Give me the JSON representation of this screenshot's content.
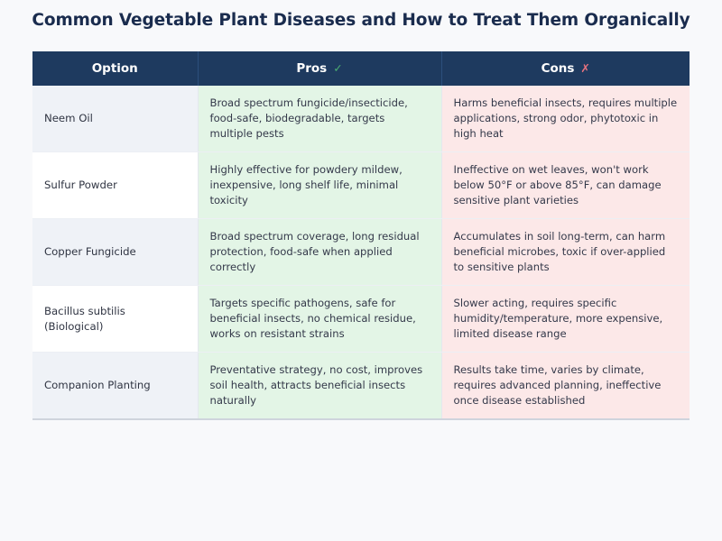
{
  "page": {
    "title": "Common Vegetable Plant Diseases and How to Treat Them Organically",
    "background_color": "#f8f9fb",
    "title_color": "#1a2c4e"
  },
  "table": {
    "header_background": "#1e3a5f",
    "header_text_color": "#ffffff",
    "pros_column_background": "#e3f5e6",
    "cons_column_background": "#fce8e8",
    "option_column_background": "#eff2f7",
    "check_icon_color": "#4caf72",
    "cross_icon_color": "#e8737f",
    "columns": [
      {
        "label": "Option",
        "icon": "",
        "icon_name": "none"
      },
      {
        "label": "Pros",
        "icon": "✓",
        "icon_name": "check-icon"
      },
      {
        "label": "Cons",
        "icon": "✗",
        "icon_name": "cross-icon"
      }
    ],
    "rows": [
      {
        "option": "Neem Oil",
        "pros": "Broad spectrum fungicide/insecticide, food-safe, biodegradable, targets multiple pests",
        "cons": "Harms beneficial insects, requires multiple applications, strong odor, phytotoxic in high heat"
      },
      {
        "option": "Sulfur Powder",
        "pros": "Highly effective for powdery mildew, inexpensive, long shelf life, minimal toxicity",
        "cons": "Ineffective on wet leaves, won't work below 50°F or above 85°F, can damage sensitive plant varieties"
      },
      {
        "option": "Copper Fungicide",
        "pros": "Broad spectrum coverage, long residual protection, food-safe when applied correctly",
        "cons": "Accumulates in soil long-term, can harm beneficial microbes, toxic if over-applied to sensitive plants"
      },
      {
        "option": "Bacillus subtilis (Biological)",
        "pros": "Targets specific pathogens, safe for beneficial insects, no chemical residue, works on resistant strains",
        "cons": "Slower acting, requires specific humidity/temperature, more expensive, limited disease range"
      },
      {
        "option": "Companion Planting",
        "pros": "Preventative strategy, no cost, improves soil health, attracts beneficial insects naturally",
        "cons": "Results take time, varies by climate, requires advanced planning, ineffective once disease established"
      }
    ]
  }
}
